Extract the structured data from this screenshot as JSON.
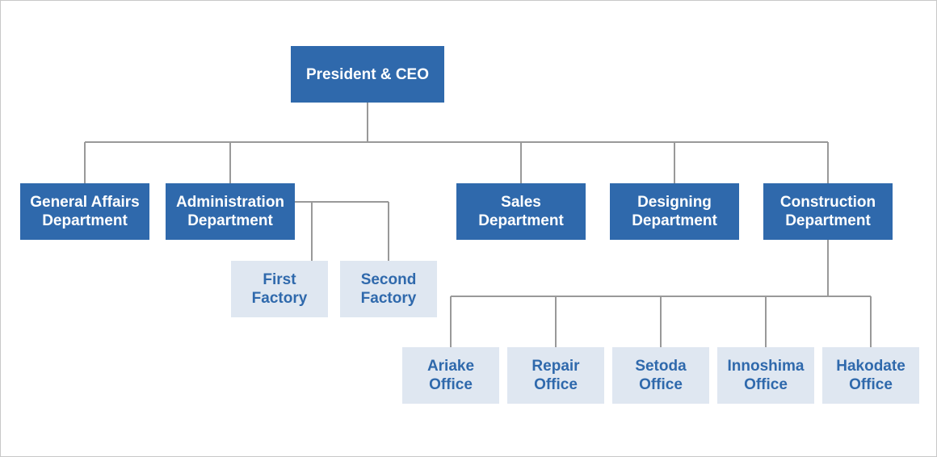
{
  "colors": {
    "department_fill": "#2f69ac",
    "department_text": "#ffffff",
    "sub_unit_fill": "#dfe7f1",
    "sub_unit_text": "#2f69ac",
    "connector": "#999999"
  },
  "ceo": {
    "label": "President & CEO"
  },
  "departments": {
    "general_affairs": {
      "line1": "General Affairs",
      "line2": "Department"
    },
    "administration": {
      "line1": "Administration",
      "line2": "Department"
    },
    "sales": {
      "line1": "Sales",
      "line2": "Department"
    },
    "designing": {
      "line1": "Designing",
      "line2": "Department"
    },
    "construction": {
      "line1": "Construction",
      "line2": "Department"
    }
  },
  "factories": {
    "first": {
      "line1": "First",
      "line2": "Factory"
    },
    "second": {
      "line1": "Second",
      "line2": "Factory"
    }
  },
  "offices": {
    "ariake": {
      "line1": "Ariake",
      "line2": "Office"
    },
    "repair": {
      "line1": "Repair",
      "line2": "Office"
    },
    "setoda": {
      "line1": "Setoda",
      "line2": "Office"
    },
    "innoshima": {
      "line1": "Innoshima",
      "line2": "Office"
    },
    "hakodate": {
      "line1": "Hakodate",
      "line2": "Office"
    }
  }
}
